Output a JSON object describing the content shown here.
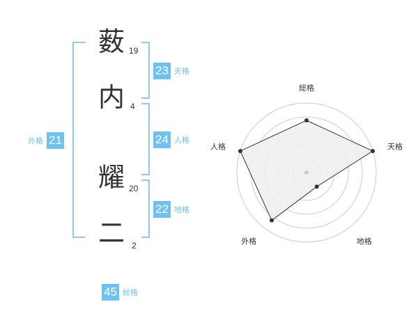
{
  "name": {
    "chars": [
      "薮",
      "内",
      "耀",
      "二"
    ],
    "strokes": [
      "19",
      "4",
      "20",
      "2"
    ]
  },
  "kaku": {
    "ten": {
      "value": "23",
      "label": "天格"
    },
    "jin": {
      "value": "24",
      "label": "人格"
    },
    "chi": {
      "value": "22",
      "label": "地格"
    },
    "gai": {
      "value": "21",
      "label": "外格"
    },
    "sou": {
      "value": "45",
      "label": "総格"
    }
  },
  "chart_data": {
    "type": "radar",
    "axes": [
      "総格",
      "天格",
      "地格",
      "外格",
      "人格"
    ],
    "values": [
      0.75,
      1.0,
      0.25,
      0.85,
      1.0
    ],
    "rings": 5,
    "colors": {
      "fill": "#eeeeee",
      "stroke": "#333333",
      "ring": "#cccccc"
    }
  }
}
